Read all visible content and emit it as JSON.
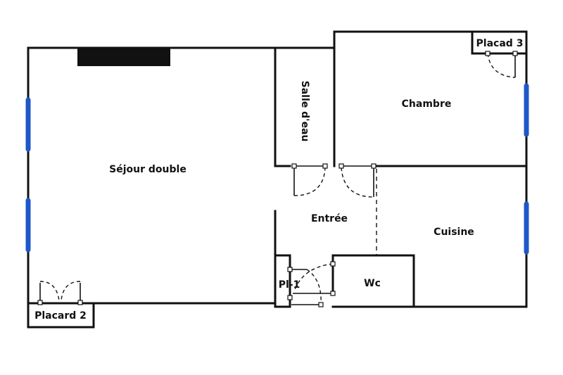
{
  "colors": {
    "wall": "#111111",
    "window": "#1f57c8",
    "fireplace": "#111111",
    "background": "#ffffff"
  },
  "rooms": {
    "sejour": "Séjour double",
    "salle_deau": "Salle d'eau",
    "chambre": "Chambre",
    "placard3": "Placad 3",
    "entree": "Entrée",
    "cuisine": "Cuisine",
    "wc": "Wc",
    "pl1": "Pl-1",
    "placard2": "Placard 2"
  }
}
